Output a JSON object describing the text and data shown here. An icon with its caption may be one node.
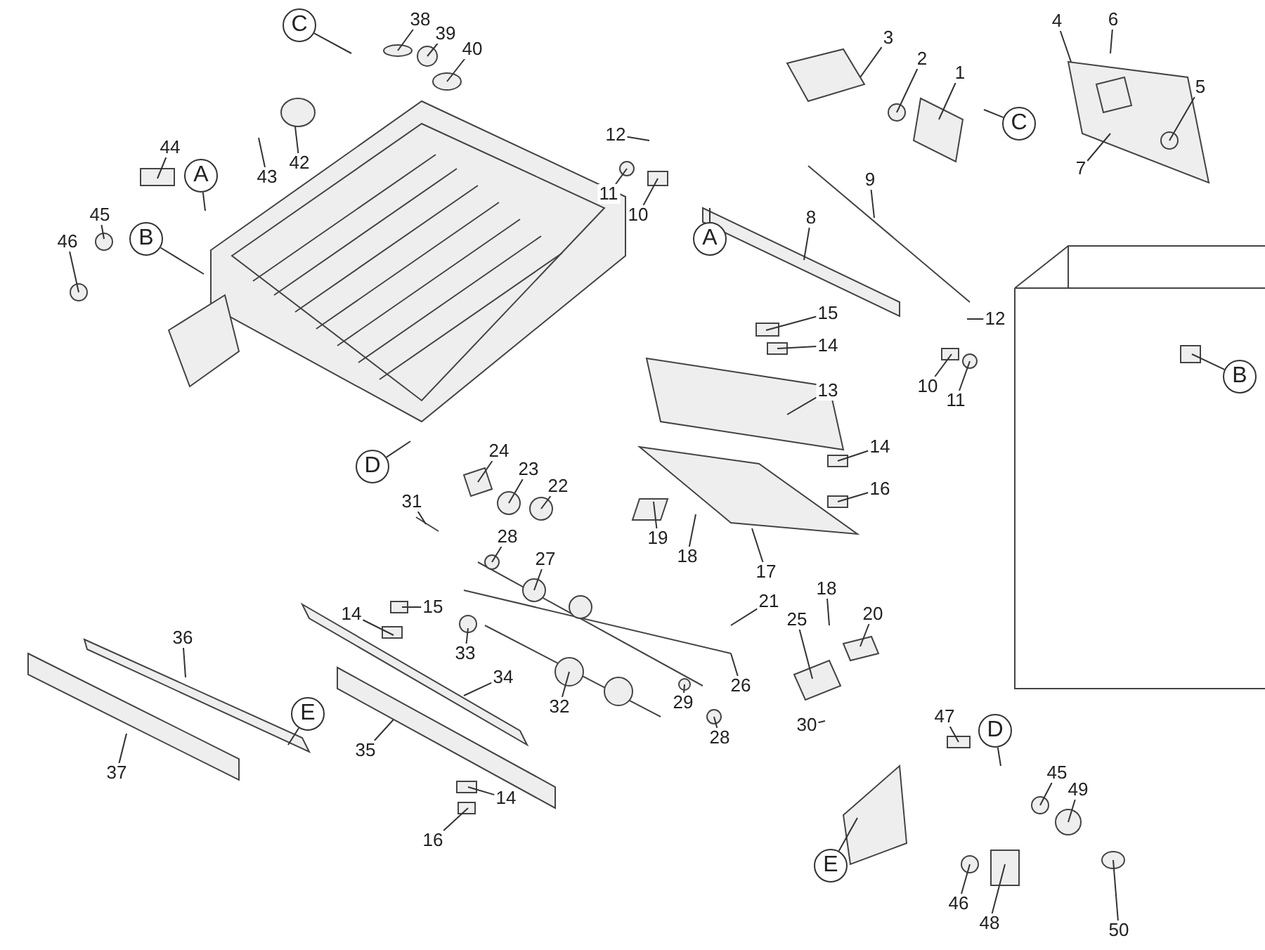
{
  "diagram": {
    "nodes": [
      {
        "text": [
          "C"
        ]
      },
      {
        "text": [
          "38"
        ]
      },
      {
        "text": [
          "39"
        ]
      },
      {
        "text": [
          "40"
        ]
      },
      {
        "text": [
          "4"
        ]
      },
      {
        "text": [
          "6"
        ]
      },
      {
        "text": [
          "3"
        ]
      },
      {
        "text": [
          "2"
        ]
      },
      {
        "text": [
          "1"
        ]
      },
      {
        "text": [
          "5"
        ]
      },
      {
        "text": [
          "C"
        ]
      },
      {
        "text": [
          "12"
        ]
      },
      {
        "text": [
          "44"
        ]
      },
      {
        "text": [
          "42"
        ]
      },
      {
        "text": [
          "7"
        ]
      },
      {
        "text": [
          "A"
        ]
      },
      {
        "text": [
          "43"
        ]
      },
      {
        "text": [
          "9"
        ]
      },
      {
        "text": [
          "11"
        ]
      },
      {
        "text": [
          "10"
        ]
      },
      {
        "text": [
          "45"
        ]
      },
      {
        "text": [
          "8"
        ]
      },
      {
        "text": [
          "B"
        ]
      },
      {
        "text": [
          "A"
        ]
      },
      {
        "text": [
          "46"
        ]
      },
      {
        "text": [
          "15"
        ]
      },
      {
        "text": [
          "12"
        ]
      },
      {
        "text": [
          "14"
        ]
      },
      {
        "text": [
          "B"
        ]
      },
      {
        "text": [
          "10"
        ]
      },
      {
        "text": [
          "13"
        ]
      },
      {
        "text": [
          "11"
        ]
      },
      {
        "text": [
          "24"
        ]
      },
      {
        "text": [
          "14"
        ]
      },
      {
        "text": [
          "D"
        ]
      },
      {
        "text": [
          "23"
        ]
      },
      {
        "text": [
          "16"
        ]
      },
      {
        "text": [
          "22"
        ]
      },
      {
        "text": [
          "31"
        ]
      },
      {
        "text": [
          "28"
        ]
      },
      {
        "text": [
          "19"
        ]
      },
      {
        "text": [
          "18"
        ]
      },
      {
        "text": [
          "27"
        ]
      },
      {
        "text": [
          "17"
        ]
      },
      {
        "text": [
          "18"
        ]
      },
      {
        "text": [
          "21"
        ]
      },
      {
        "text": [
          "15"
        ]
      },
      {
        "text": [
          "14"
        ]
      },
      {
        "text": [
          "20"
        ]
      },
      {
        "text": [
          "25"
        ]
      },
      {
        "text": [
          "36"
        ]
      },
      {
        "text": [
          "33"
        ]
      },
      {
        "text": [
          "34"
        ]
      },
      {
        "text": [
          "26"
        ]
      },
      {
        "text": [
          "29"
        ]
      },
      {
        "text": [
          "32"
        ]
      },
      {
        "text": [
          "E"
        ]
      },
      {
        "text": [
          "47"
        ]
      },
      {
        "text": [
          "28"
        ]
      },
      {
        "text": [
          "30"
        ]
      },
      {
        "text": [
          "D"
        ]
      },
      {
        "text": [
          "35"
        ]
      },
      {
        "text": [
          "37"
        ]
      },
      {
        "text": [
          "45"
        ]
      },
      {
        "text": [
          "49"
        ]
      },
      {
        "text": [
          "14"
        ]
      },
      {
        "text": [
          "16"
        ]
      },
      {
        "text": [
          "E"
        ]
      },
      {
        "text": [
          "46"
        ]
      },
      {
        "text": [
          "48"
        ]
      },
      {
        "text": [
          "50"
        ]
      }
    ],
    "edges": [
      {
        "from": 0,
        "to": null,
        "arrow": "none"
      },
      {
        "from": 1,
        "to": null,
        "arrow": "none"
      },
      {
        "from": 2,
        "to": null,
        "arrow": "none"
      },
      {
        "from": 3,
        "to": null,
        "arrow": "none"
      },
      {
        "from": 4,
        "to": null,
        "arrow": "none"
      },
      {
        "from": 5,
        "to": null,
        "arrow": "none"
      },
      {
        "from": 6,
        "to": null,
        "arrow": "none"
      },
      {
        "from": 7,
        "to": null,
        "arrow": "none"
      },
      {
        "from": 8,
        "to": null,
        "arrow": "none"
      },
      {
        "from": 9,
        "to": null,
        "arrow": "none"
      },
      {
        "from": 10,
        "to": null,
        "arrow": "none"
      },
      {
        "from": 11,
        "to": null,
        "arrow": "none"
      },
      {
        "from": 12,
        "to": null,
        "arrow": "none"
      },
      {
        "from": 13,
        "to": null,
        "arrow": "none"
      },
      {
        "from": 14,
        "to": null,
        "arrow": "none"
      },
      {
        "from": 15,
        "to": null,
        "arrow": "none"
      },
      {
        "from": 16,
        "to": null,
        "arrow": "none"
      },
      {
        "from": 17,
        "to": null,
        "arrow": "none"
      },
      {
        "from": 18,
        "to": null,
        "arrow": "none"
      },
      {
        "from": 19,
        "to": null,
        "arrow": "none"
      },
      {
        "from": 20,
        "to": null,
        "arrow": "none"
      },
      {
        "from": 21,
        "to": null,
        "arrow": "none"
      },
      {
        "from": 22,
        "to": null,
        "arrow": "none"
      },
      {
        "from": 23,
        "to": null,
        "arrow": "none"
      },
      {
        "from": 24,
        "to": null,
        "arrow": "none"
      },
      {
        "from": 25,
        "to": null,
        "arrow": "none"
      },
      {
        "from": 26,
        "to": null,
        "arrow": "none"
      },
      {
        "from": 27,
        "to": null,
        "arrow": "none"
      },
      {
        "from": 28,
        "to": null,
        "arrow": "none"
      },
      {
        "from": 29,
        "to": null,
        "arrow": "none"
      },
      {
        "from": 30,
        "to": null,
        "arrow": "none"
      },
      {
        "from": 31,
        "to": null,
        "arrow": "none"
      },
      {
        "from": 32,
        "to": null,
        "arrow": "none"
      },
      {
        "from": 33,
        "to": null,
        "arrow": "none"
      },
      {
        "from": 34,
        "to": null,
        "arrow": "none"
      },
      {
        "from": 35,
        "to": null,
        "arrow": "none"
      },
      {
        "from": 36,
        "to": null,
        "arrow": "none"
      },
      {
        "from": 37,
        "to": null,
        "arrow": "none"
      },
      {
        "from": 38,
        "to": null,
        "arrow": "none"
      },
      {
        "from": 39,
        "to": null,
        "arrow": "none"
      },
      {
        "from": 40,
        "to": null,
        "arrow": "none"
      },
      {
        "from": 41,
        "to": null,
        "arrow": "none"
      },
      {
        "from": 42,
        "to": null,
        "arrow": "none"
      },
      {
        "from": 43,
        "to": null,
        "arrow": "none"
      },
      {
        "from": 44,
        "to": null,
        "arrow": "none"
      },
      {
        "from": 45,
        "to": null,
        "arrow": "none"
      },
      {
        "from": 46,
        "to": null,
        "arrow": "none"
      },
      {
        "from": 47,
        "to": null,
        "arrow": "none"
      },
      {
        "from": 48,
        "to": null,
        "arrow": "none"
      },
      {
        "from": 49,
        "to": null,
        "arrow": "none"
      },
      {
        "from": 50,
        "to": null,
        "arrow": "none"
      },
      {
        "from": 51,
        "to": null,
        "arrow": "none"
      },
      {
        "from": 52,
        "to": null,
        "arrow": "none"
      },
      {
        "from": 53,
        "to": null,
        "arrow": "none"
      },
      {
        "from": 54,
        "to": null,
        "arrow": "none"
      },
      {
        "from": 55,
        "to": null,
        "arrow": "none"
      },
      {
        "from": 56,
        "to": null,
        "arrow": "none"
      },
      {
        "from": 57,
        "to": null,
        "arrow": "none"
      },
      {
        "from": 58,
        "to": null,
        "arrow": "none"
      },
      {
        "from": 59,
        "to": null,
        "arrow": "none"
      },
      {
        "from": 60,
        "to": null,
        "arrow": "none"
      },
      {
        "from": 61,
        "to": null,
        "arrow": "none"
      },
      {
        "from": 62,
        "to": null,
        "arrow": "none"
      },
      {
        "from": 63,
        "to": null,
        "arrow": "none"
      },
      {
        "from": 64,
        "to": null,
        "arrow": "none"
      },
      {
        "from": 65,
        "to": null,
        "arrow": "none"
      },
      {
        "from": 66,
        "to": null,
        "arrow": "none"
      },
      {
        "from": 67,
        "to": null,
        "arrow": "none"
      },
      {
        "from": 68,
        "to": null,
        "arrow": "none"
      },
      {
        "from": 69,
        "to": null,
        "arrow": "none"
      },
      {
        "from": 70,
        "to": null,
        "arrow": "none"
      }
    ]
  }
}
